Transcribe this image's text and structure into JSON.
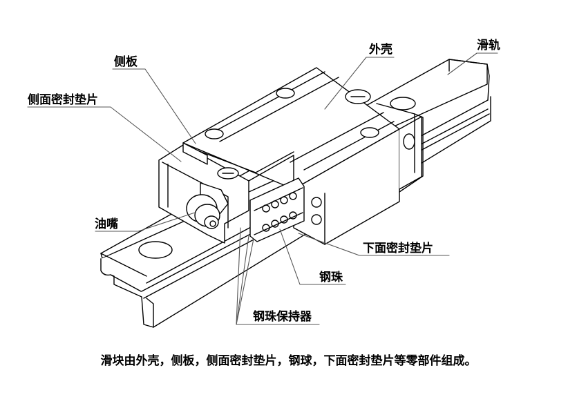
{
  "labels": {
    "side_plate": "侧板",
    "side_seal": "侧面密封垫片",
    "housing": "外壳",
    "rail": "滑轨",
    "grease_nipple": "油嘴",
    "bottom_seal": "下面密封垫片",
    "steel_ball": "钢珠",
    "ball_retainer": "钢珠保持器"
  },
  "caption": "滑块由外壳，侧板，侧面密封垫片，钢球，下面密封垫片等零部件组成。",
  "colors": {
    "stroke": "#000000",
    "background": "#ffffff",
    "leader": "#555555"
  }
}
